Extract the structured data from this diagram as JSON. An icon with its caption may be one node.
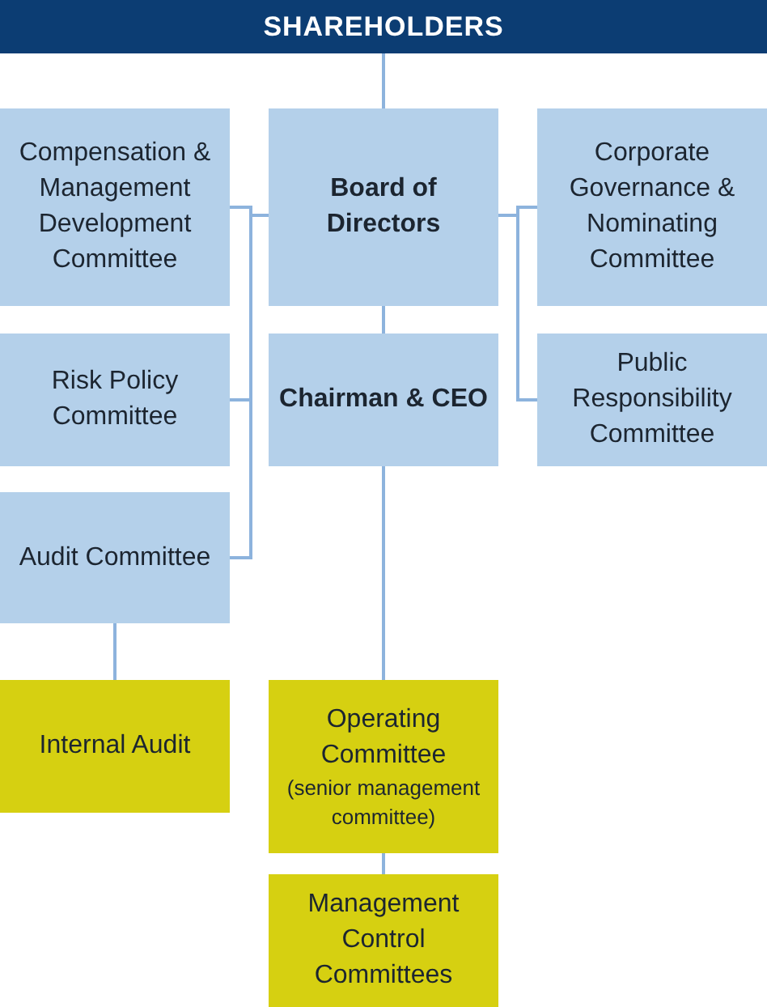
{
  "diagram": {
    "nodes": [
      {
        "text": [
          "SHAREHOLDERS"
        ]
      },
      {
        "text": [
          "Compensation & Management Development Committee"
        ]
      },
      {
        "text": [
          "Board of Directors"
        ]
      },
      {
        "text": [
          "Corporate Governance & Nominating Committee"
        ]
      },
      {
        "text": [
          "Risk Policy Committee"
        ]
      },
      {
        "text": [
          "Chairman & CEO"
        ]
      },
      {
        "text": [
          "Public Responsibility Committee"
        ]
      },
      {
        "text": [
          "Audit Committee"
        ]
      },
      {
        "text": [
          "Internal Audit"
        ]
      },
      {
        "text": [
          "Operating Committee",
          "(senior management committee)"
        ]
      },
      {
        "text": [
          "Management Control Committees"
        ]
      }
    ],
    "edges": [
      {
        "from": 0,
        "to": 2,
        "arrow": "none"
      },
      {
        "from": 2,
        "to": 1,
        "arrow": "none"
      },
      {
        "from": 2,
        "to": 4,
        "arrow": "none"
      },
      {
        "from": 2,
        "to": 7,
        "arrow": "none"
      },
      {
        "from": 2,
        "to": 3,
        "arrow": "none"
      },
      {
        "from": 2,
        "to": 6,
        "arrow": "none"
      },
      {
        "from": 2,
        "to": 5,
        "arrow": "none"
      },
      {
        "from": 7,
        "to": 8,
        "arrow": "none"
      },
      {
        "from": 5,
        "to": 9,
        "arrow": "none"
      },
      {
        "from": 9,
        "to": 10,
        "arrow": "none"
      }
    ]
  }
}
